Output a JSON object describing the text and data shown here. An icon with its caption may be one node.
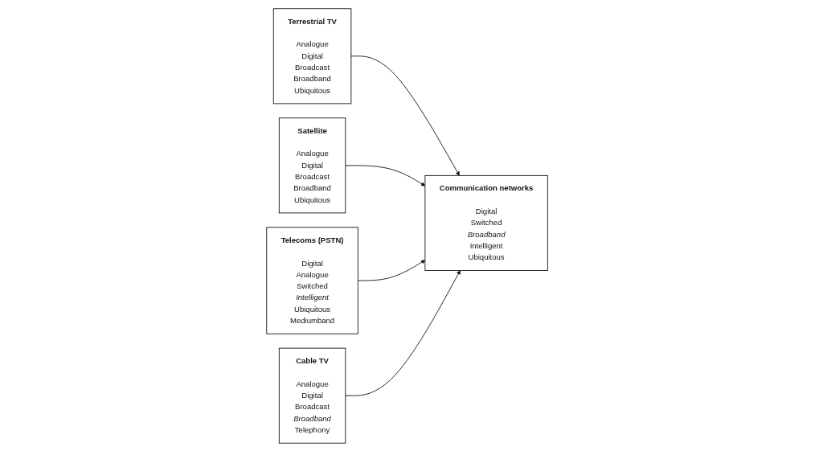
{
  "diagram": {
    "nodes": [
      {
        "text": [
          "Terrestrial TV",
          "Analogue",
          "Digital",
          "Broadcast",
          "Broadband",
          "Ubiquitous"
        ]
      },
      {
        "text": [
          "Satellite",
          "Analogue",
          "Digital",
          "Broadcast",
          "Broadband",
          "Ubiquitous"
        ]
      },
      {
        "text": [
          "Communication networks",
          "Digital",
          "Switched",
          "*Broadband*",
          "Intelligent",
          "Ubiquitous"
        ]
      },
      {
        "text": [
          "Telecoms (PSTN)",
          "Digital",
          "Analogue",
          "Switched",
          "*Intelligent*",
          "Ubiquitous",
          "Mediumband"
        ]
      },
      {
        "text": [
          "Cable TV",
          "Analogue",
          "Digital",
          "Broadcast",
          "*Broadband*",
          "Telephony"
        ]
      }
    ],
    "edges": [
      {
        "from": 0,
        "to": 2,
        "arrow": "to"
      },
      {
        "from": 1,
        "to": 2,
        "arrow": "to"
      },
      {
        "from": 3,
        "to": 2,
        "arrow": "to"
      },
      {
        "from": 4,
        "to": 2,
        "arrow": "to"
      }
    ]
  }
}
